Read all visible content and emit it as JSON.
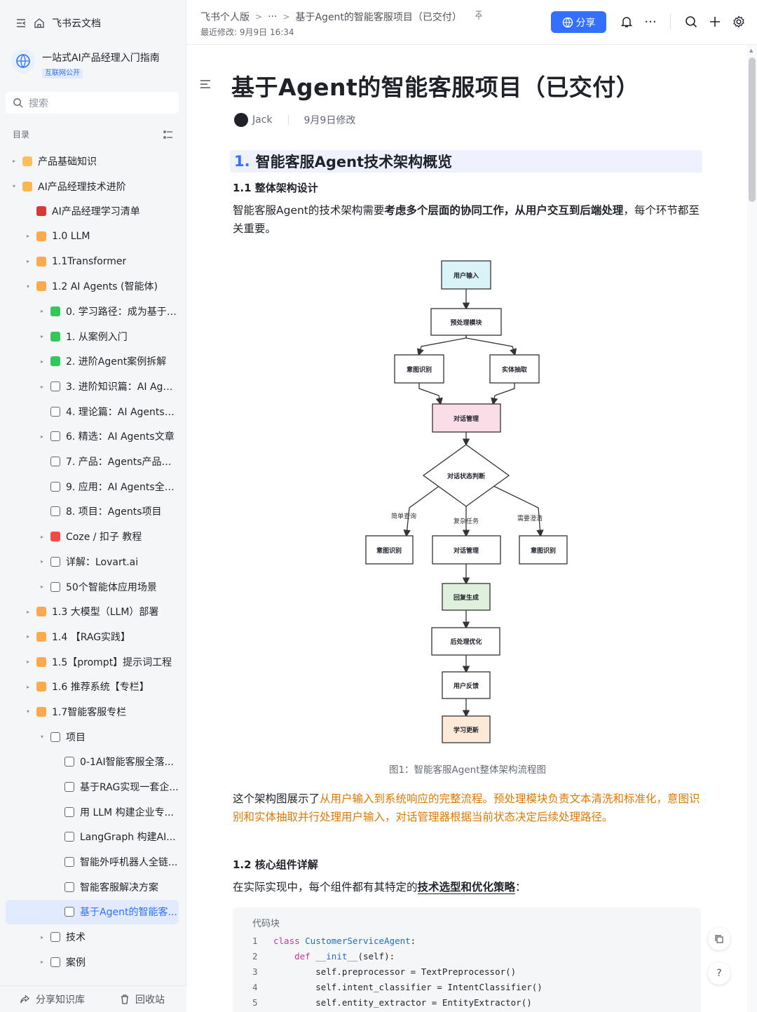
{
  "sidebar": {
    "app_name": "飞书云文档",
    "space_title": "一站式AI产品经理入门指南",
    "space_badge": "互联网公开",
    "search_placeholder": "搜索",
    "toc_label": "目录",
    "items": [
      {
        "label": "产品基础知识",
        "arrow": "▸",
        "icon": "sun",
        "indent": 0
      },
      {
        "label": "AI产品经理技术进阶",
        "arrow": "▾",
        "icon": "folder",
        "indent": 0
      },
      {
        "label": "AI产品经理学习清单",
        "arrow": "",
        "icon": "save",
        "indent": 1
      },
      {
        "label": "1.0 LLM",
        "arrow": "▸",
        "icon": "orange",
        "indent": 1
      },
      {
        "label": "1.1Transformer",
        "arrow": "▸",
        "icon": "orange",
        "indent": 1
      },
      {
        "label": "1.2 AI Agents (智能体)",
        "arrow": "▾",
        "icon": "orange",
        "indent": 1
      },
      {
        "label": "0. 学习路径：成为基于A...",
        "arrow": "▸",
        "icon": "green",
        "indent": 2
      },
      {
        "label": "1. 从案例入门",
        "arrow": "▸",
        "icon": "green",
        "indent": 2
      },
      {
        "label": "2. 进阶Agent案例拆解",
        "arrow": "▸",
        "icon": "green",
        "indent": 2
      },
      {
        "label": "3. 进阶知识篇：AI Agen...",
        "arrow": "▸",
        "icon": "doc",
        "indent": 2
      },
      {
        "label": "4. 理论篇：AI Agents理...",
        "arrow": "",
        "icon": "doc",
        "indent": 2
      },
      {
        "label": "6. 精选：AI Agents文章",
        "arrow": "▸",
        "icon": "doc",
        "indent": 2
      },
      {
        "label": "7. 产品：Agents产品分析",
        "arrow": "",
        "icon": "doc",
        "indent": 2
      },
      {
        "label": "9. 应用：AI Agents全景图",
        "arrow": "",
        "icon": "doc",
        "indent": 2
      },
      {
        "label": "8. 项目：Agents项目",
        "arrow": "",
        "icon": "doc",
        "indent": 2
      },
      {
        "label": "Coze / 扣子 教程",
        "arrow": "▸",
        "icon": "red",
        "indent": 2
      },
      {
        "label": "详解：Lovart.ai",
        "arrow": "▸",
        "icon": "doc",
        "indent": 2
      },
      {
        "label": "50个智能体应用场景",
        "arrow": "▸",
        "icon": "doc",
        "indent": 2
      },
      {
        "label": "1.3 大模型（LLM）部署",
        "arrow": "▸",
        "icon": "orange",
        "indent": 1
      },
      {
        "label": "1.4 【RAG实践】",
        "arrow": "▸",
        "icon": "orange",
        "indent": 1
      },
      {
        "label": "1.5【prompt】提示词工程",
        "arrow": "▸",
        "icon": "orange",
        "indent": 1
      },
      {
        "label": "1.6 推荐系统【专栏】",
        "arrow": "▸",
        "icon": "orange",
        "indent": 1
      },
      {
        "label": "1.7智能客服专栏",
        "arrow": "▾",
        "icon": "orange",
        "indent": 1
      },
      {
        "label": "项目",
        "arrow": "▾",
        "icon": "doc",
        "indent": 2
      },
      {
        "label": "0-1AI智能客服全落...",
        "arrow": "",
        "icon": "doc",
        "indent": 3
      },
      {
        "label": "基于RAG实现一套企...",
        "arrow": "",
        "icon": "doc",
        "indent": 3
      },
      {
        "label": "用 LLM 构建企业专...",
        "arrow": "",
        "icon": "doc",
        "indent": 3
      },
      {
        "label": "LangGraph 构建AI...",
        "arrow": "",
        "icon": "doc",
        "indent": 3
      },
      {
        "label": "智能外呼机器人全链...",
        "arrow": "",
        "icon": "doc",
        "indent": 3
      },
      {
        "label": "智能客服解决方案",
        "arrow": "",
        "icon": "doc",
        "indent": 3
      },
      {
        "label": "基于Agent的智能客...",
        "arrow": "",
        "icon": "doc",
        "indent": 3,
        "selected": true
      },
      {
        "label": "技术",
        "arrow": "▸",
        "icon": "doc",
        "indent": 2
      },
      {
        "label": "案例",
        "arrow": "▸",
        "icon": "doc",
        "indent": 2
      }
    ],
    "share_kb": "分享知识库",
    "recycle": "回收站"
  },
  "topbar": {
    "crumb_root": "飞书个人版",
    "crumb_more": "···",
    "crumb_current": "基于Agent的智能客服项目（已交付）",
    "last_modified": "最近修改: 9月9日 16:34",
    "share_label": "分享"
  },
  "doc": {
    "title": "基于Agent的智能客服项目（已交付）",
    "author": "Jack",
    "modified": "9月9日修改",
    "h1_num": "1.",
    "h1_text": "智能客服Agent技术架构概览",
    "h2_1": "1.1 整体架构设计",
    "p1_a": "智能客服Agent的技术架构需要",
    "p1_b": "考虑多个层面的协同工作，从用户交互到后端处理",
    "p1_c": "，每个环节都至关重要。",
    "caption": "图1：智能客服Agent整体架构流程图",
    "p2": "这个架构图展示了从用户输入到系统响应的完整流程。预处理模块负责文本清洗和标准化，意图识别和实体抽取并行处理用户输入，对话管理器根据当前状态决定后续处理路径。",
    "p2_plain": "这个架构图展示了",
    "p2_orange": "从用户输入到系统响应的完整流程。预处理模块负责文本清洗和标准化，意图识别和实体抽取并行处理用户输入，对话管理器根据当前状态决定后续处理路径。",
    "h2_2": "1.2 核心组件详解",
    "p3_a": "在实际实现中，每个组件都有其特定的",
    "p3_b": "技术选型和优化策略",
    "p3_c": "：",
    "code_label": "代码块",
    "code_lines": [
      {
        "no": "1",
        "kw": "class ",
        "cls": "CustomerServiceAgent",
        "rest": ":"
      },
      {
        "no": "2",
        "kw": "    def ",
        "cls": "__init__",
        "rest": "(self):"
      },
      {
        "no": "3",
        "kw": "",
        "cls": "",
        "rest": "        self.preprocessor = TextPreprocessor()"
      },
      {
        "no": "4",
        "kw": "",
        "cls": "",
        "rest": "        self.intent_classifier = IntentClassifier()"
      },
      {
        "no": "5",
        "kw": "",
        "cls": "",
        "rest": "        self.entity_extractor = EntityExtractor()"
      }
    ]
  },
  "flowchart": {
    "nodes": {
      "user_input": "用户输入",
      "preprocess": "预处理模块",
      "intent": "意图识别",
      "entity": "实体抽取",
      "dialog": "对话管理",
      "decision": "对话状态判断",
      "left": "意图识别",
      "mid": "对话管理",
      "right": "意图识别",
      "reply": "回复生成",
      "post": "后处理优化",
      "feedback": "用户反馈",
      "learn": "学习更新"
    },
    "edges": {
      "simple": "简单查询",
      "complex": "复杂任务",
      "clarify": "需要澄清"
    },
    "colors": {
      "user_input": "#d9f3f7",
      "dialog": "#fbdde8",
      "reply": "#dff1dc",
      "learn": "#fde9d8"
    }
  },
  "colors": {
    "accent": "#3370ff",
    "orange_text": "#de7802"
  }
}
